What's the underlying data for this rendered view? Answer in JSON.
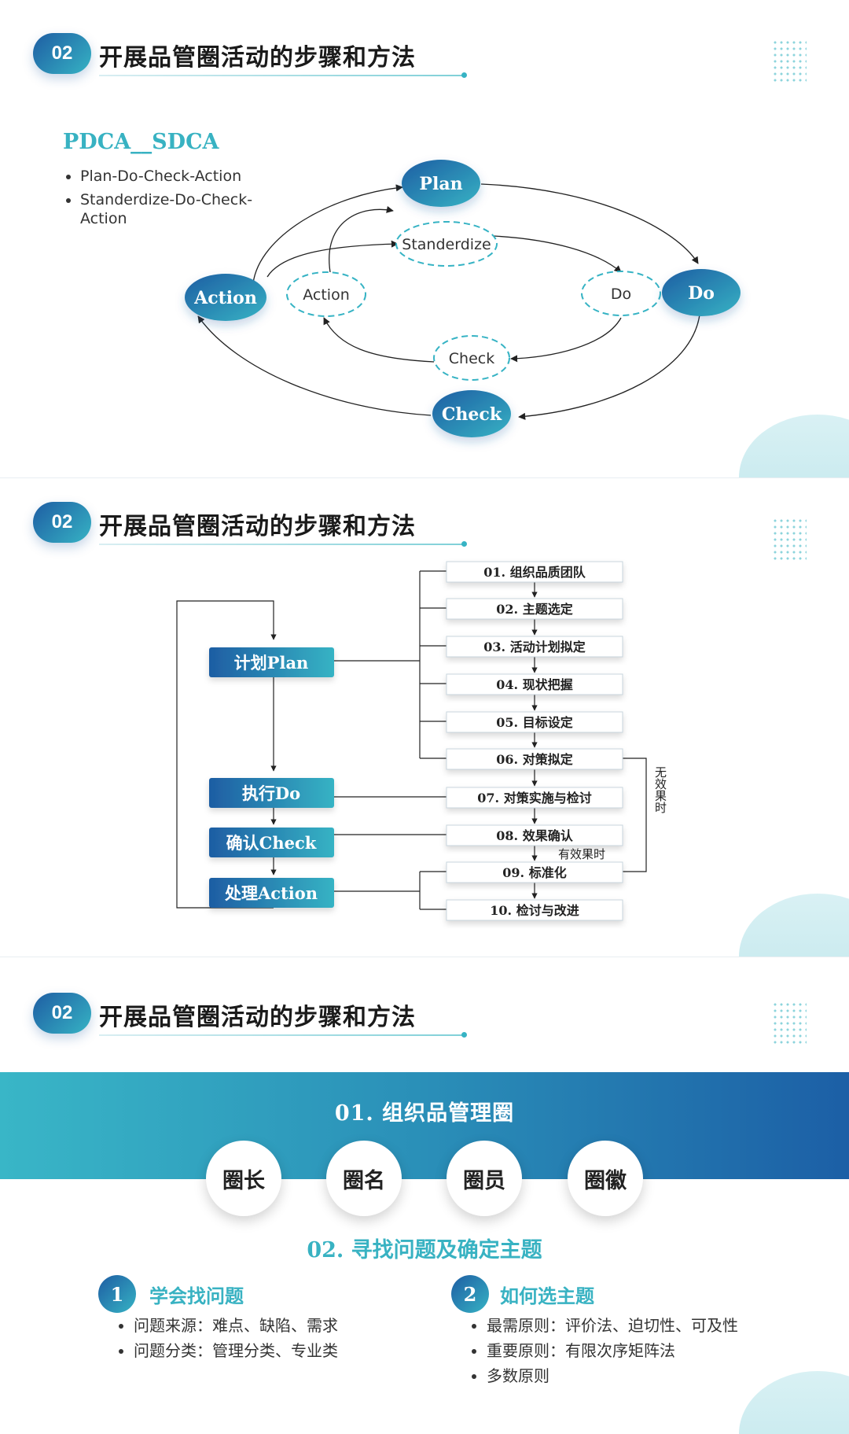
{
  "header": {
    "badge": "02",
    "title": "开展品管圈活动的步骤和方法"
  },
  "slide1": {
    "heading": "PDCA__SDCA",
    "bullets": [
      "Plan-Do-Check-Action",
      "Standerdize-Do-Check-Action"
    ],
    "solid_nodes": {
      "plan": "Plan",
      "do": "Do",
      "check": "Check",
      "action": "Action"
    },
    "dashed_nodes": {
      "standerdize": "Standerdize",
      "do": "Do",
      "check": "Check",
      "action": "Action"
    }
  },
  "slide2": {
    "phases": {
      "plan": "计划Plan",
      "do": "执行Do",
      "check": "确认Check",
      "action": "处理Action"
    },
    "steps": [
      "01. 组织品质团队",
      "02. 主题选定",
      "03. 活动计划拟定",
      "04. 现状把握",
      "05. 目标设定",
      "06. 对策拟定",
      "07. 对策实施与检讨",
      "08. 效果确认",
      "09. 标准化",
      "10. 检讨与改进"
    ],
    "no_effect_label": "无效果时",
    "effect_label": "有效果时"
  },
  "slide3": {
    "banner_title": "01. 组织品管理圈",
    "circles": [
      "圈长",
      "圈名",
      "圈员",
      "圈徽"
    ],
    "section2_title": "02. 寻找问题及确定主题",
    "items": [
      {
        "num": "1",
        "heading": "学会找问题",
        "bullets": [
          "问题来源：难点、缺陷、需求",
          "问题分类：管理分类、专业类"
        ]
      },
      {
        "num": "2",
        "heading": "如何选主题",
        "bullets": [
          "最需原则：评价法、迫切性、可及性",
          "重要原则：有限次序矩阵法",
          "多数原则"
        ]
      }
    ]
  },
  "colors": {
    "teal": "#36b3c4",
    "blue": "#1e5da3"
  }
}
